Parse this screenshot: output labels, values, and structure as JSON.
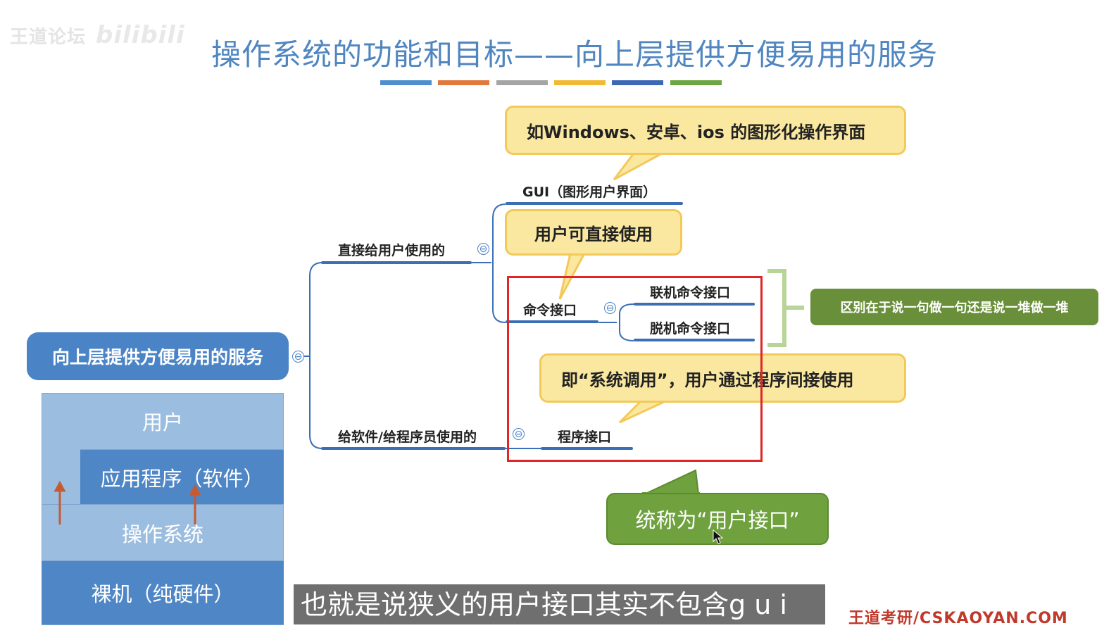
{
  "watermark": {
    "text": "王道论坛",
    "brand": "bilibili"
  },
  "title": "操作系统的功能和目标——向上层提供方便易用的服务",
  "title_bar_colors": [
    "#4f8fd0",
    "#e0773c",
    "#a5a5a5",
    "#f2b933",
    "#3c68b5",
    "#6aa642"
  ],
  "mindmap": {
    "root": "向上层提供方便易用的服务",
    "branch_direct": "直接给用户使用的",
    "branch_program": "给软件/给程序员使用的",
    "gui": "GUI（图形用户界面）",
    "cmd": "命令接口",
    "online_cmd": "联机命令接口",
    "offline_cmd": "脱机命令接口",
    "program_iface": "程序接口",
    "collapse_symbol": "⊖"
  },
  "callouts": {
    "gui_example": "如Windows、安卓、ios 的图形化操作界面",
    "direct_use": "用户可直接使用",
    "syscall": "即“系统调用”，用户通过程序间接使用",
    "difference": "区别在于说一句做一句还是说一堆做一堆",
    "collectively": "统称为“用户接口”"
  },
  "stack": {
    "user": "用户",
    "app": "应用程序（软件）",
    "os": "操作系统",
    "hardware": "裸机（纯硬件）"
  },
  "subtitle": "也就是说狭义的用户接口其实不包含g u i",
  "footer_brand": "王道考研/CSKAOYAN.COM",
  "colors": {
    "root_bg": "#4a84c6",
    "callout_bg": "#fae8a1",
    "callout_border": "#f3c95a",
    "green": "#6fa13f",
    "red": "#e02626",
    "line": "#3b6fb5"
  }
}
